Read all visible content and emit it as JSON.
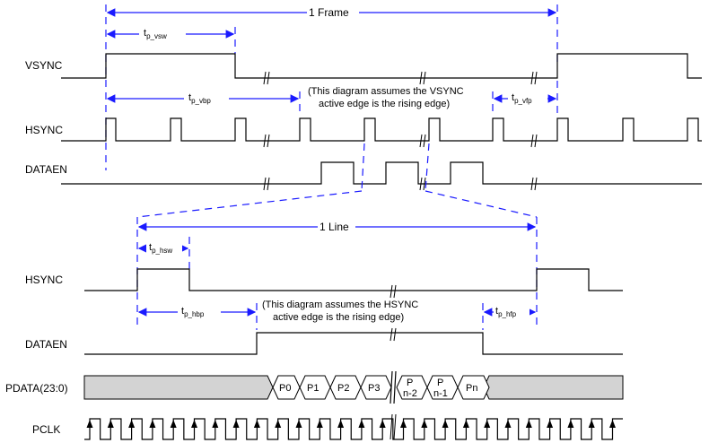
{
  "frame": {
    "title": "1 Frame",
    "t_vsw": {
      "main": "t",
      "sub": "p_vsw"
    },
    "t_vbp": {
      "main": "t",
      "sub": "p_vbp"
    },
    "t_vfp": {
      "main": "t",
      "sub": "p_vfp"
    },
    "note_line1": "(This diagram assumes the VSYNC",
    "note_line2": "active edge is the rising edge)",
    "signals": {
      "vsync": "VSYNC",
      "hsync": "HSYNC",
      "dataen": "DATAEN"
    }
  },
  "line": {
    "title": "1 Line",
    "t_hsw": {
      "main": "t",
      "sub": "p_hsw"
    },
    "t_hbp": {
      "main": "t",
      "sub": "p_hbp"
    },
    "t_hfp": {
      "main": "t",
      "sub": "p_hfp"
    },
    "note_line1": "(This diagram assumes the HSYNC",
    "note_line2": "active edge is the rising edge)",
    "signals": {
      "hsync": "HSYNC",
      "dataen": "DATAEN",
      "pdata": "PDATA(23:0)",
      "pclk": "PCLK"
    },
    "words": [
      "P0",
      "P1",
      "P2",
      "P3"
    ],
    "words_stacked": [
      [
        "P",
        "n-2"
      ],
      [
        "P",
        "n-1"
      ]
    ],
    "word_last": "Pn"
  },
  "colors": {
    "annotation": "#1a1aff",
    "bus_fill": "#d3d3d3"
  }
}
